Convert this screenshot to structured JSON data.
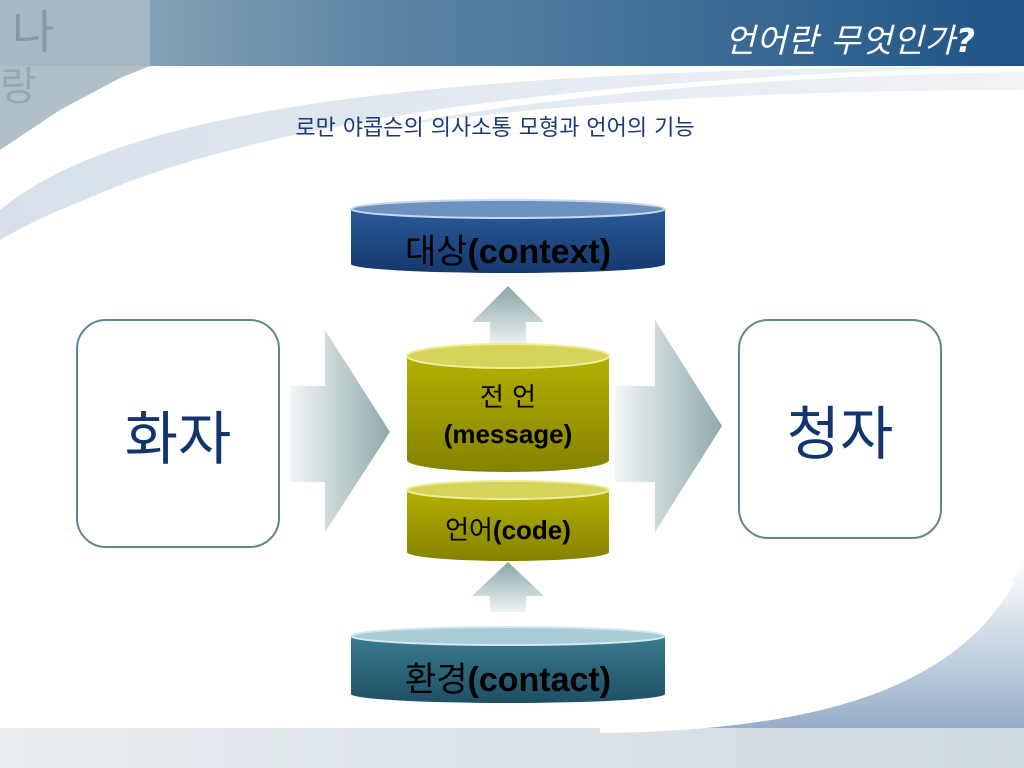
{
  "header": {
    "title": "언어란 무엇인가",
    "title_mark": "?"
  },
  "subtitle": "로만 야콥슨의 의사소통 모형과 언어의 기능",
  "diagram": {
    "speaker": "화자",
    "listener": "청자",
    "context": {
      "ko": "대상",
      "en": "(context)"
    },
    "message": {
      "ko": "전 언",
      "en": "(message)"
    },
    "code": {
      "ko": "언어",
      "en": "(code)"
    },
    "contact": {
      "ko": "환경",
      "en": "(contact)"
    }
  },
  "colors": {
    "header_band": "#2f5f8a",
    "navy_drum": "#1e4a86",
    "teal_drum": "#2e6a7e",
    "olive_drum": "#9a9800",
    "arrow": "#9fb6b8",
    "box_text": "#12356e"
  }
}
